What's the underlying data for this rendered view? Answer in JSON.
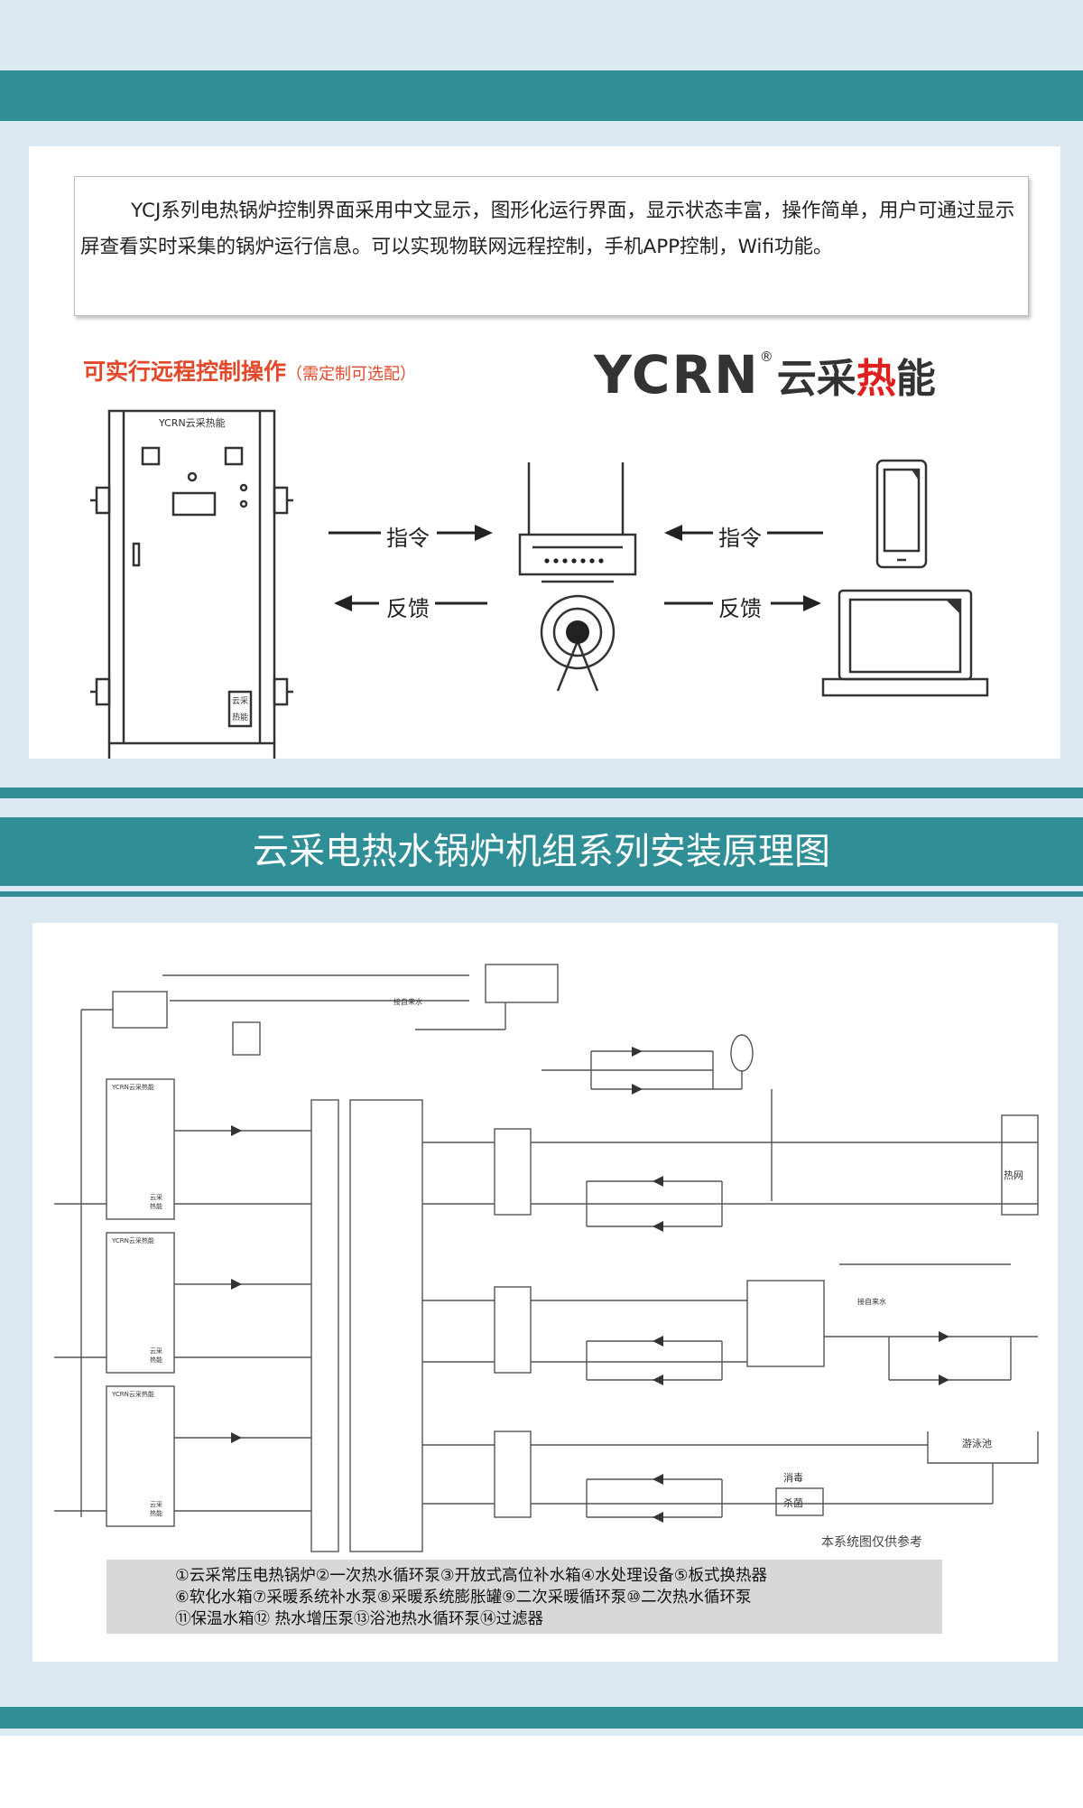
{
  "intro": {
    "text": "YCJ系列电热锅炉控制界面采用中文显示，图形化运行界面，显示状态丰富，操作简单，用户可通过显示屏查看实时采集的锅炉运行信息。可以实现物联网远程控制，手机APP控制，Wifi功能。"
  },
  "remote": {
    "title": "可实行远程控制操作",
    "note": "（需定制可选配）",
    "cmd_left": "指令",
    "fb_left": "反馈",
    "cmd_right": "指令",
    "fb_right": "反馈"
  },
  "logo": {
    "en": "YCRN",
    "reg": "®",
    "cn_a": "云采",
    "cn_hot": "热",
    "cn_b": "能"
  },
  "cabinet": {
    "brand": "YCRN云采热能",
    "badge_a": "云采",
    "badge_b": "热能"
  },
  "section": {
    "title": "云采电热水锅炉机组系列安装原理图"
  },
  "diagram": {
    "tap_water_a": "接自来水",
    "tap_water_b": "接自来水",
    "heat_net": "热网",
    "pool": "游泳池",
    "disinfect": "消毒",
    "sterilize": "杀菌",
    "boiler_brand": "YCRN云采热能",
    "boiler_badge_a": "云采",
    "boiler_badge_b": "热能",
    "reference": "本系统图仅供参考"
  },
  "legend": {
    "line1": "①云采常压电热锅炉②一次热水循环泵③开放式高位补水箱④水处理设备⑤板式换热器",
    "line2": "⑥软化水箱⑦采暖系统补水泵⑧采暖系统膨胀罐⑨二次采暖循环泵⑩二次热水循环泵",
    "line3": "⑪保温水箱⑫ 热水增压泵⑬浴池热水循环泵⑭过滤器"
  },
  "colors": {
    "teal": "#2f8e96",
    "accent_red": "#e2492b",
    "page_bg": "#dce9f3"
  }
}
